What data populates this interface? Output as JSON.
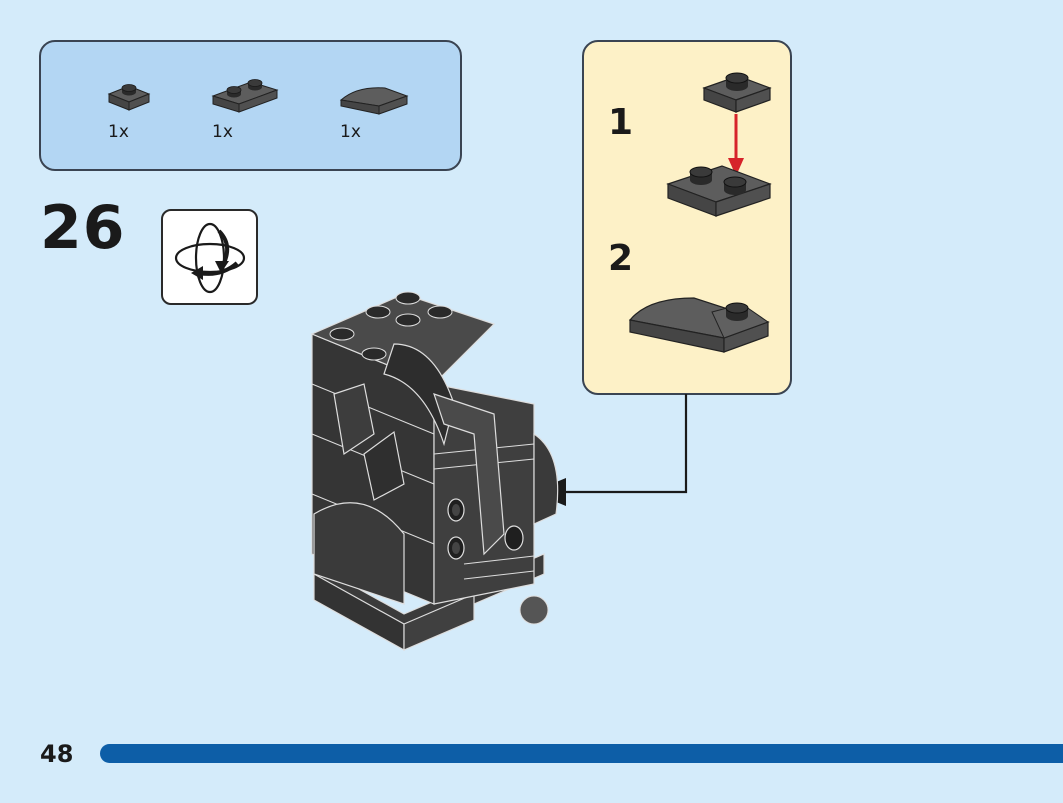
{
  "parts_list": [
    {
      "name": "1x1 plate",
      "qty": "1x"
    },
    {
      "name": "1x2 plate",
      "qty": "1x"
    },
    {
      "name": "curved slope",
      "qty": "1x"
    }
  ],
  "step": {
    "number": "26"
  },
  "rotate_icon": "rotate-model-icon",
  "sub_assembly": {
    "steps": [
      {
        "number": "1"
      },
      {
        "number": "2"
      }
    ]
  },
  "footer": {
    "page_number": "48",
    "progress": 1.0
  },
  "colors": {
    "background": "#d4ebfa",
    "parts_box": "#b3d6f3",
    "sub_box": "#fdf1c7",
    "brick_dark": "#3b3b3b",
    "arrow_red": "#d6232a",
    "progress_blue": "#0d5ea7"
  }
}
